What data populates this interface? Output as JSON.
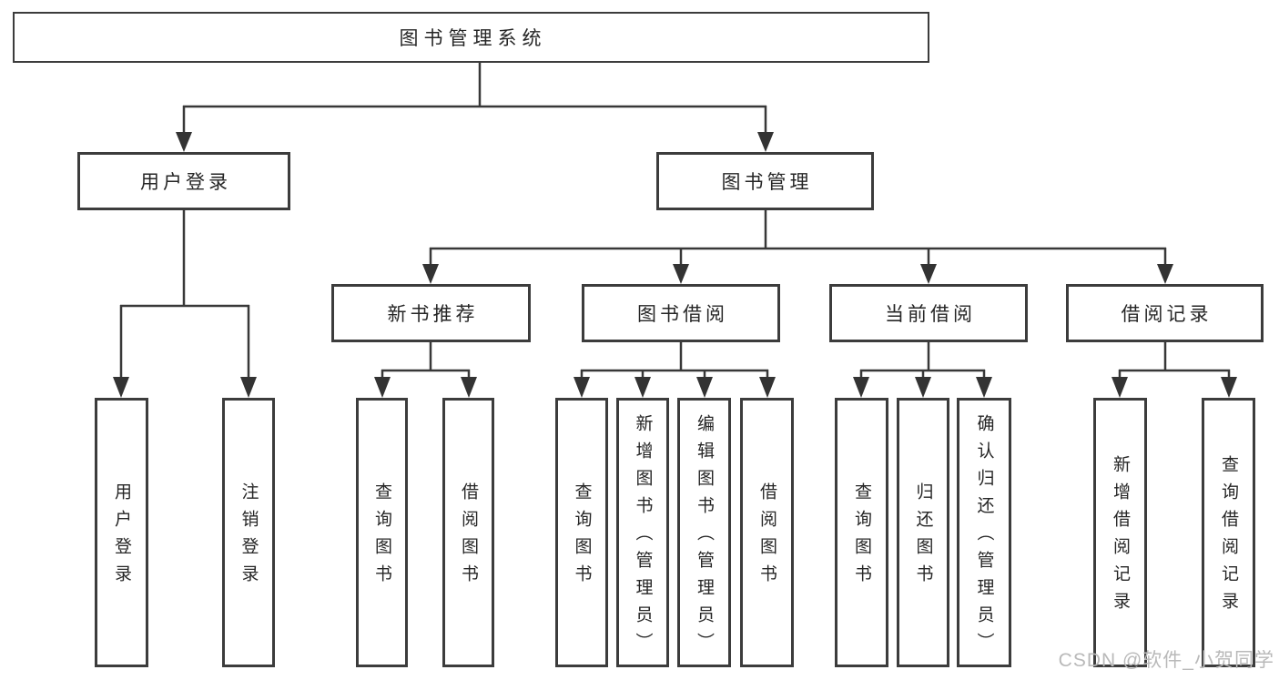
{
  "tree": {
    "label": "图书管理系统",
    "children": [
      {
        "label": "用户登录",
        "children": [
          {
            "label": "用户登录"
          },
          {
            "label": "注销登录"
          }
        ]
      },
      {
        "label": "图书管理",
        "children": [
          {
            "label": "新书推荐",
            "children": [
              {
                "label": "查询图书"
              },
              {
                "label": "借阅图书"
              }
            ]
          },
          {
            "label": "图书借阅",
            "children": [
              {
                "label": "查询图书"
              },
              {
                "label": "新增图书（管理员）"
              },
              {
                "label": "编辑图书（管理员）"
              },
              {
                "label": "借阅图书"
              }
            ]
          },
          {
            "label": "当前借阅",
            "children": [
              {
                "label": "查询图书"
              },
              {
                "label": "归还图书"
              },
              {
                "label": "确认归还（管理员）"
              }
            ]
          },
          {
            "label": "借阅记录",
            "children": [
              {
                "label": "新增借阅记录"
              },
              {
                "label": "查询借阅记录"
              }
            ]
          }
        ]
      }
    ]
  },
  "watermark": {
    "text": "CSDN @软件_小贺同学"
  },
  "colors": {
    "line": "#383838",
    "border": "#3c3c3c",
    "text": "#262626",
    "watermark": "#b9b9b9",
    "background": "#ffffff"
  }
}
